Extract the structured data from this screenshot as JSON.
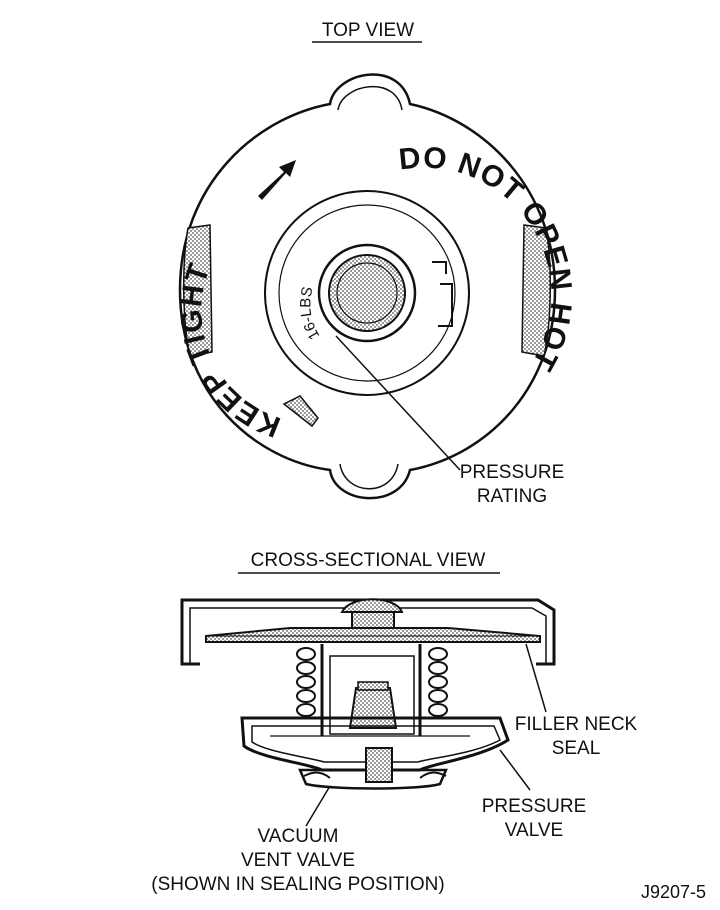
{
  "top_view": {
    "title": "TOP VIEW",
    "cap_text_left": "KEEP TIGHT",
    "cap_text_right": "DO NOT OPEN HOT",
    "rating_text": "16-LBS",
    "callout_pressure_rating": [
      "PRESSURE",
      "RATING"
    ]
  },
  "cross_section": {
    "title": "CROSS-SECTIONAL VIEW",
    "callout_filler_neck_seal": [
      "FILLER NECK",
      "SEAL"
    ],
    "callout_pressure_valve": [
      "PRESSURE",
      "VALVE"
    ],
    "callout_vacuum_vent_valve": [
      "VACUUM",
      "VENT VALVE",
      "(SHOWN IN SEALING POSITION)"
    ]
  },
  "figure_id": "J9207-5",
  "colors": {
    "ink": "#111111",
    "shade": "#bdbdbd",
    "paper": "#ffffff"
  }
}
